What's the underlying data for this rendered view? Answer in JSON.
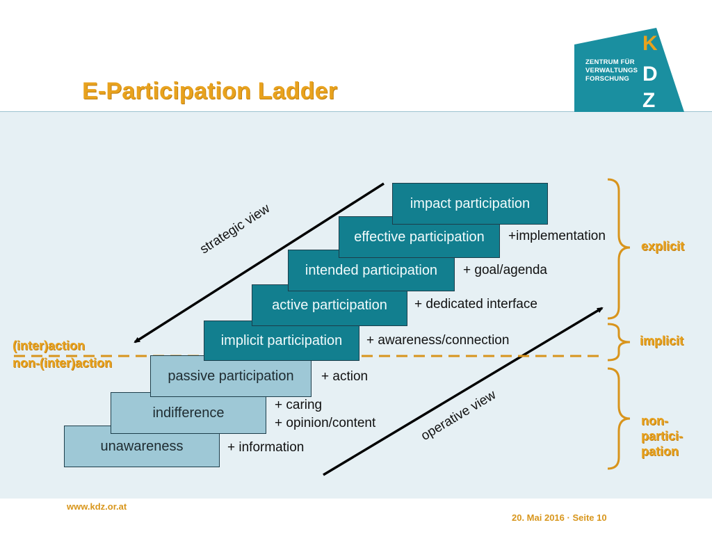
{
  "slide": {
    "title": "E-Participation Ladder",
    "logo": {
      "line1": "ZENTRUM FÜR",
      "line2": "VERWALTUNGS",
      "line3": "FORSCHUNG",
      "mark": "KDZ",
      "color": "#1a8fa0"
    },
    "footer_url": "www.kdz.or.at",
    "footer_date": "20. Mai 2016 · Seite 10"
  },
  "ladder": {
    "steps": [
      {
        "label": "unawareness",
        "addon": "+ information",
        "level": "light"
      },
      {
        "label": "indifference",
        "addon": "+ caring",
        "addon2": "+ opinion/content",
        "level": "light"
      },
      {
        "label": "passive participation",
        "addon": "+ action",
        "level": "light"
      },
      {
        "label": "implicit participation",
        "addon": "+ awareness/connection",
        "level": "dark"
      },
      {
        "label": "active participation",
        "addon": "+ dedicated interface",
        "level": "dark"
      },
      {
        "label": "intended participation",
        "addon": "+ goal/agenda",
        "level": "dark"
      },
      {
        "label": "effective participation",
        "addon": "+implementation",
        "level": "dark"
      },
      {
        "label": "impact participation",
        "addon": "",
        "level": "dark"
      }
    ],
    "strategic_view": "strategic view",
    "operative_view": "operative view",
    "boundary_upper": "(inter)action",
    "boundary_lower": "non-(inter)action",
    "groups": {
      "explicit": "explicit",
      "implicit": "implicit",
      "non_participation": [
        "non-",
        "partici-",
        "pation"
      ]
    },
    "colors": {
      "light_step": "#9ec8d6",
      "dark_step": "#127f8f",
      "accent": "#e8a21e"
    }
  }
}
